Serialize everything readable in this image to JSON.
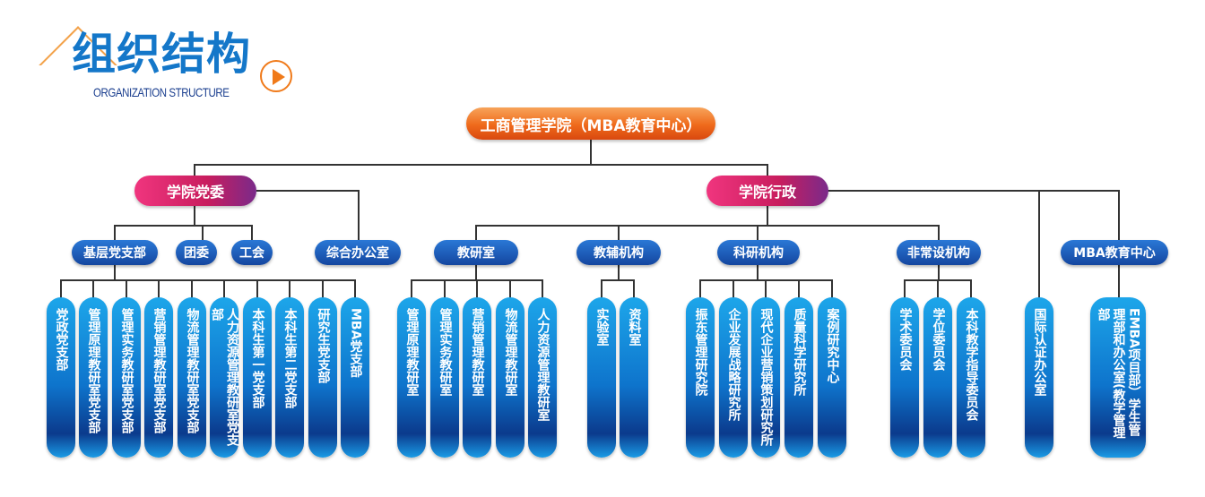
{
  "title": "组织结构",
  "subtitle": "ORGANIZATION STRUCTURE",
  "root": "工商管理学院（MBA教育中心）",
  "level1": {
    "party": "学院党委",
    "admin": "学院行政"
  },
  "level2": {
    "jiceng": "基层党支部",
    "tuanwei": "团委",
    "gonghui": "工会",
    "zonghe": "综合办公室",
    "jiaoyan": "教研室",
    "jiaofu": "教辅机构",
    "keyan": "科研机构",
    "feichang": "非常设机构",
    "mba": "MBA教育中心"
  },
  "leaves": {
    "jiceng": [
      "党政党支部",
      "管理原理教研室党支部",
      "管理实务教研室党支部",
      "营销管理教研室党支部",
      "物流管理教研室党支部",
      "人力资源管理教研室党支部",
      "本科生第一党支部",
      "本科生第二党支部",
      "研究生党支部",
      "MBA党支部"
    ],
    "jiaoyan": [
      "管理原理教研室",
      "管理实务教研室",
      "营销管理教研室",
      "物流管理教研室",
      "人力资源管理教研室"
    ],
    "jiaofu": [
      "实验室",
      "资料室"
    ],
    "keyan": [
      "振东管理研究院",
      "企业发展战略研究所",
      "现代企业营销策划研究所",
      "质量科学研究所",
      "案例研究中心"
    ],
    "feichang": [
      "学术委员会",
      "学位委员会",
      "本科教学指导委员会"
    ],
    "guoji": "国际认证办公室",
    "mba_office": "EMBA项目部）学生管理部和办公室(教学管理部"
  },
  "colors": {
    "root": "#ef6a1b",
    "level1": "#d41f66",
    "level2": "#1a57b4",
    "leaf": "#0e74cc",
    "title": "#1477c9"
  }
}
